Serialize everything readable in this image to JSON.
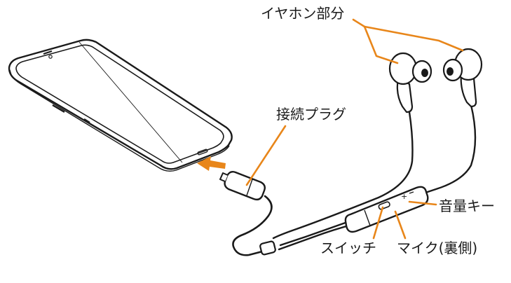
{
  "labels": {
    "earphone_part": "イヤホン部分",
    "connector_plug": "接続プラグ",
    "volume_key": "音量キー",
    "switch": "スイッチ",
    "microphone_back": "マイク(裏側)"
  },
  "colors": {
    "leader_line": "#E8861A",
    "arrow": "#E8861A",
    "outline": "#1a1a1a"
  }
}
